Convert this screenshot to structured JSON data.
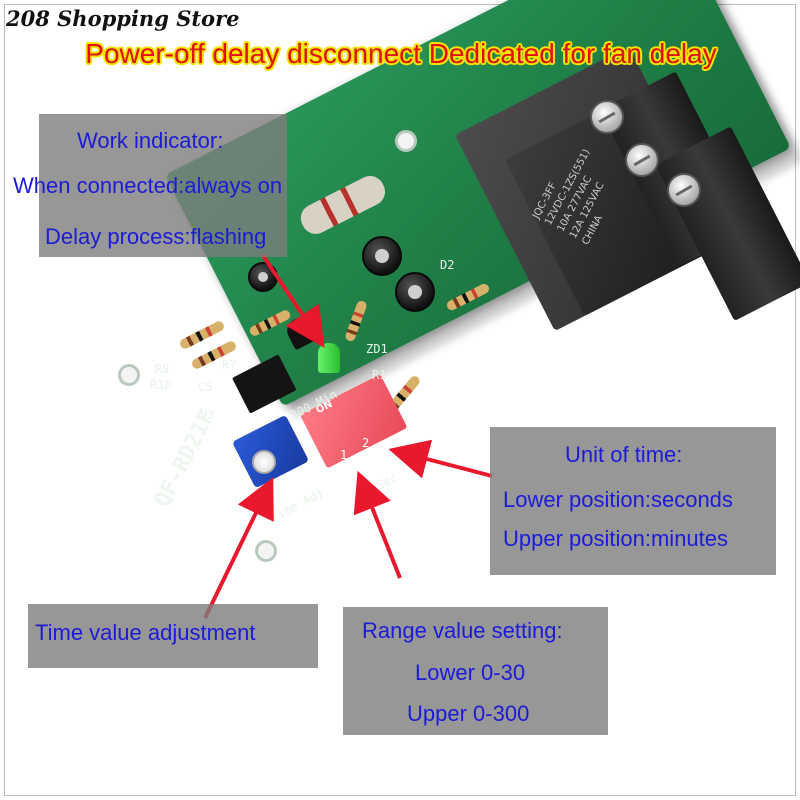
{
  "store_name": "208 Shopping Store",
  "headline": "Power-off delay disconnect  Dedicated for fan delay",
  "colors": {
    "headline_text": "#e01010",
    "headline_outline": "#f2e400",
    "callout_text": "#1b1bd8",
    "callout_box": "#7d7d7d",
    "arrow": "#e8192c",
    "pcb": "#1f7f47"
  },
  "board": {
    "model": "QF-RD21F",
    "relay": [
      "JQC-3FF",
      "12VDC-1ZS(551)",
      "10A 277VAC",
      "12A 125VAC",
      "CHINA"
    ],
    "silkscreen": [
      "R9",
      "R10",
      "C5",
      "R7",
      "U3",
      "D2",
      "R1",
      "ZD1",
      "Time Adj",
      "30 Sec",
      "300 Min",
      "ON",
      "1",
      "2"
    ]
  },
  "callouts": {
    "work_indicator": {
      "title": "Work indicator:",
      "line1": "When connected:always on",
      "line2": "Delay process:flashing"
    },
    "unit_of_time": {
      "title": "Unit of time:",
      "line1": "Lower position:seconds",
      "line2": "Upper position:minutes"
    },
    "time_value": {
      "title": "Time value adjustment"
    },
    "range_value": {
      "title": "Range value setting:",
      "line1": "Lower 0-30",
      "line2": "Upper 0-300"
    }
  }
}
